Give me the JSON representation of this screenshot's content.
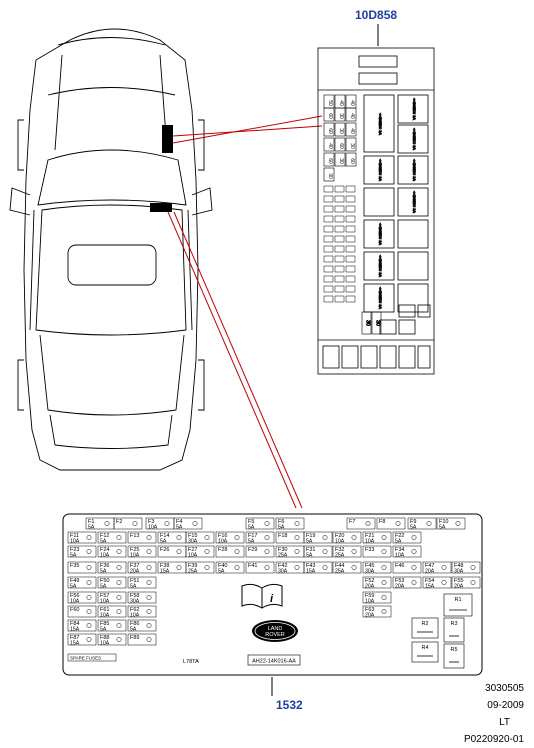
{
  "callouts": {
    "top_ref": "10D858",
    "bottom_ref": "1532"
  },
  "meta": {
    "code": "3030505",
    "date": "09-2009",
    "side": "LT",
    "ref": "P0220920-01"
  },
  "panel": {
    "label_left": "L78TA",
    "part_number": "AH22-14K016-AA",
    "spare_label": "SPARE FUSES",
    "logo_line1": "LAND",
    "logo_line2": "ROVER"
  },
  "top_box": {
    "left_col": [
      "50",
      "40",
      "40",
      "60",
      "30",
      "40",
      "60",
      "30",
      "40",
      "40",
      "60",
      "30",
      "60",
      "30",
      "60",
      "30"
    ],
    "small_left": [
      "30",
      "30"
    ],
    "relay_labels": [
      "<<BSE00 3A",
      "<<BSE00 3A",
      "<<BSE00 3A",
      "<<BSE00 3A",
      "<<BSE00 3A",
      "<<BSE00 3A",
      "<<BSE00 3A",
      "<<BSE00 3A",
      "<<BSE00 3A"
    ]
  },
  "fuses": [
    {
      "id": "F1",
      "amp": "5A"
    },
    {
      "id": "F2",
      "amp": ""
    },
    {
      "id": "F3",
      "amp": "10A"
    },
    {
      "id": "F4",
      "amp": "5A"
    },
    {
      "id": "F5",
      "amp": "5A"
    },
    {
      "id": "F6",
      "amp": "5A"
    },
    {
      "id": "F7",
      "amp": ""
    },
    {
      "id": "F8",
      "amp": ""
    },
    {
      "id": "F9",
      "amp": "5A"
    },
    {
      "id": "F10",
      "amp": "5A"
    },
    {
      "id": "F11",
      "amp": "10A"
    },
    {
      "id": "F12",
      "amp": "5A"
    },
    {
      "id": "F13",
      "amp": ""
    },
    {
      "id": "F14",
      "amp": "5A"
    },
    {
      "id": "F15",
      "amp": "30A"
    },
    {
      "id": "F16",
      "amp": "10A"
    },
    {
      "id": "F17",
      "amp": "5A"
    },
    {
      "id": "F18",
      "amp": ""
    },
    {
      "id": "F19",
      "amp": "5A"
    },
    {
      "id": "F20",
      "amp": "10A"
    },
    {
      "id": "F21",
      "amp": "10A"
    },
    {
      "id": "F22",
      "amp": "5A"
    },
    {
      "id": "F23",
      "amp": "5A"
    },
    {
      "id": "F24",
      "amp": "10A"
    },
    {
      "id": "F25",
      "amp": "10A"
    },
    {
      "id": "F26",
      "amp": ""
    },
    {
      "id": "F27",
      "amp": "10A"
    },
    {
      "id": "F28",
      "amp": ""
    },
    {
      "id": "F29",
      "amp": ""
    },
    {
      "id": "F30",
      "amp": "25A"
    },
    {
      "id": "F31",
      "amp": "5A"
    },
    {
      "id": "F32",
      "amp": "25A"
    },
    {
      "id": "F33",
      "amp": ""
    },
    {
      "id": "F34",
      "amp": "10A"
    },
    {
      "id": "F35",
      "amp": ""
    },
    {
      "id": "F36",
      "amp": "5A"
    },
    {
      "id": "F37",
      "amp": "20A"
    },
    {
      "id": "F38",
      "amp": "15A"
    },
    {
      "id": "F39",
      "amp": "25A"
    },
    {
      "id": "F40",
      "amp": "5A"
    },
    {
      "id": "F41",
      "amp": ""
    },
    {
      "id": "F42",
      "amp": "30A"
    },
    {
      "id": "F43",
      "amp": "15A"
    },
    {
      "id": "F44",
      "amp": "25A"
    },
    {
      "id": "F45",
      "amp": "30A"
    },
    {
      "id": "F46",
      "amp": ""
    },
    {
      "id": "F47",
      "amp": "20A"
    },
    {
      "id": "F48",
      "amp": "30A"
    },
    {
      "id": "F49",
      "amp": "5A"
    },
    {
      "id": "F50",
      "amp": "5A"
    },
    {
      "id": "F51",
      "amp": "5A"
    },
    {
      "id": "F52",
      "amp": "20A"
    },
    {
      "id": "F53",
      "amp": "20A"
    },
    {
      "id": "F54",
      "amp": "15A"
    },
    {
      "id": "F55",
      "amp": "20A"
    },
    {
      "id": "F56",
      "amp": "10A"
    },
    {
      "id": "F57",
      "amp": "10A"
    },
    {
      "id": "F58",
      "amp": "30A"
    },
    {
      "id": "F59",
      "amp": "10A"
    },
    {
      "id": "F60",
      "amp": ""
    },
    {
      "id": "F61",
      "amp": "10A"
    },
    {
      "id": "F62",
      "amp": "10A"
    },
    {
      "id": "F63",
      "amp": "20A"
    },
    {
      "id": "F84",
      "amp": "15A"
    },
    {
      "id": "F85",
      "amp": "5A"
    },
    {
      "id": "F86",
      "amp": "5A"
    },
    {
      "id": "F87",
      "amp": "15A"
    },
    {
      "id": "F88",
      "amp": "10A"
    },
    {
      "id": "F89",
      "amp": ""
    }
  ],
  "relays": [
    "R1",
    "R2",
    "R3",
    "R4",
    "R5"
  ]
}
